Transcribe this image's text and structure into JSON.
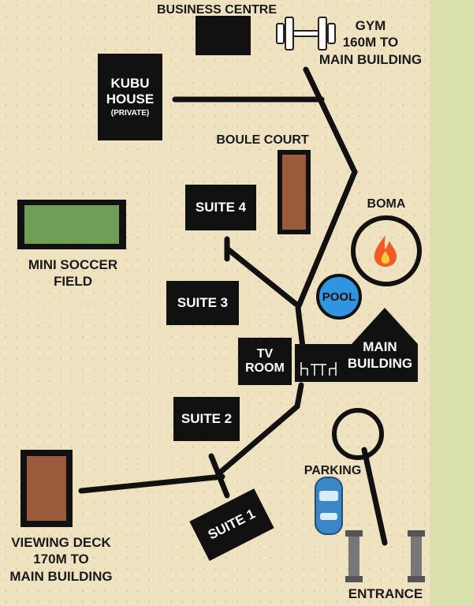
{
  "labels": {
    "business_centre": "BUSINESS CENTRE",
    "gym": "GYM",
    "gym_distance_1": "160M TO",
    "gym_distance_2": "MAIN BUILDING",
    "kubu_line1": "KUBU",
    "kubu_line2": "HOUSE",
    "kubu_private": "(PRIVATE)",
    "boule_court": "BOULE COURT",
    "suite_4": "SUITE 4",
    "boma": "BOMA",
    "mini_soccer_line1": "MINI SOCCER",
    "mini_soccer_line2": "FIELD",
    "suite_3": "SUITE 3",
    "pool": "POOL",
    "tv_line1": "TV",
    "tv_line2": "ROOM",
    "main_line1": "MAIN",
    "main_line2": "BUILDING",
    "suite_2": "SUITE 2",
    "parking": "PARKING",
    "suite_1": "SUITE 1",
    "viewing_line1": "VIEWING DECK",
    "viewing_line2": "170M TO",
    "viewing_line3": "MAIN BUILDING",
    "entrance": "ENTRANCE"
  },
  "icons": {
    "gym": "dumbbell-icon",
    "boma": "fire-icon",
    "parking": "car-icon",
    "dining": "table-chairs-icon",
    "entrance": "gate-pillar-icon"
  },
  "colors": {
    "background": "#efe2c0",
    "paths": "#111111",
    "soccer_field": "#6f9e57",
    "courts": "#9a5a3c",
    "pool": "#2f95e0",
    "car": "#3a86c7",
    "fire": "#f15a24",
    "strip": "#dbe1ad"
  }
}
